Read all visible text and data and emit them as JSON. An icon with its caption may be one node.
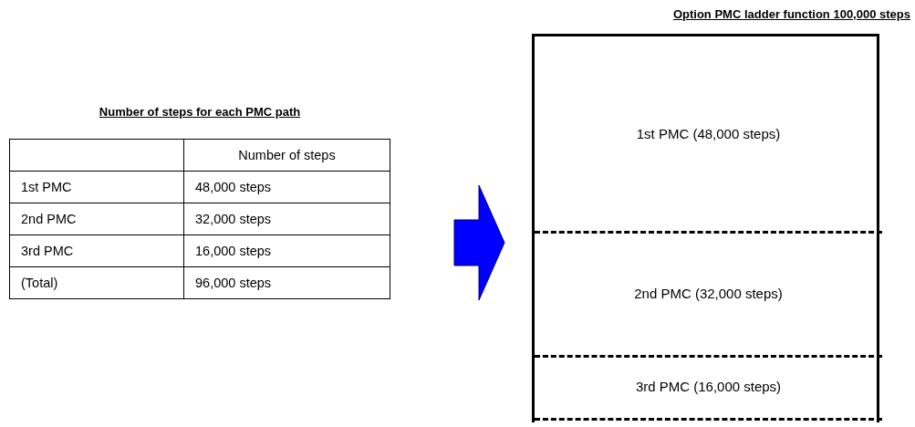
{
  "diagram": {
    "nodes": [
      {
        "text": [
          "Number of steps for each PMC path"
        ]
      },
      {
        "text": [
          "Option PMC ladder function 100,000 steps"
        ]
      },
      {
        "text": [
          "1st PMC (48,000 steps)"
        ],
        "in": 1
      },
      {
        "text": [
          "2nd PMC (32,000 steps)"
        ],
        "in": 1
      },
      {
        "text": [
          "3rd PMC (16,000 steps)"
        ],
        "in": 1
      }
    ],
    "edges": [
      {
        "from": 0,
        "to": 1,
        "arrow": "to",
        "style": "thick",
        "color": "#0000ff"
      }
    ],
    "labels": [
      "Number of steps",
      "1st PMC",
      "48,000 steps",
      "2nd PMC",
      "32,000 steps",
      "3rd PMC",
      "16,000 steps",
      "(Total)",
      "96,000 steps"
    ]
  }
}
